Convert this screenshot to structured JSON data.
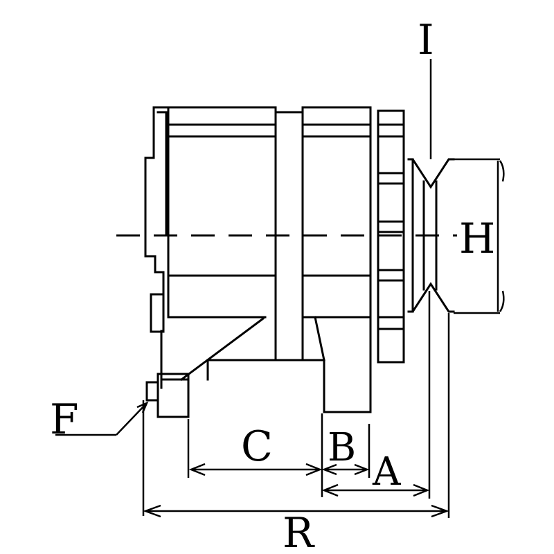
{
  "labels": {
    "I": "I",
    "H": "H",
    "F": "F",
    "C": "C",
    "B": "B",
    "A": "A",
    "R": "R"
  }
}
